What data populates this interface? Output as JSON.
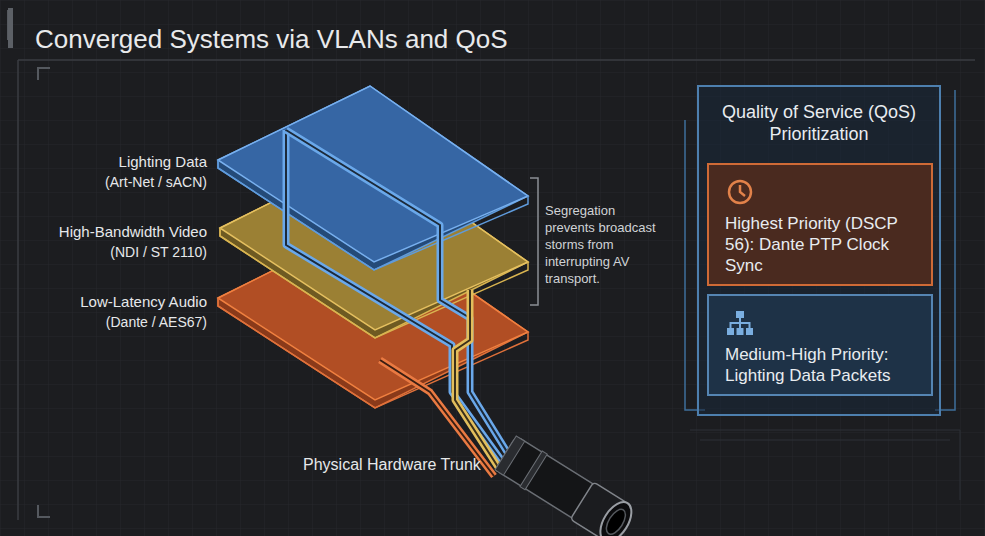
{
  "diagram": {
    "title": "Converged Systems via VLANs and QoS",
    "nodes": [
      {
        "text": [
          "Quality of Service (QoS) Prioritization"
        ]
      },
      {
        "text": [
          "Highest Priority (DSCP 56): Dante PTP Clock Sync"
        ],
        "in": 0
      },
      {
        "text": [
          "Medium-High Priority: Lighting Data Packets"
        ],
        "in": 0
      }
    ],
    "labels": [
      "Lighting Data",
      "(Art-Net / sACN)",
      "High-Bandwidth Video",
      "(NDI / ST 2110)",
      "Low-Latency Audio",
      "(Dante / AES67)",
      "Segregation prevents broadcast storms from interrupting AV transport.",
      "Physical Hardware Trunk"
    ]
  }
}
